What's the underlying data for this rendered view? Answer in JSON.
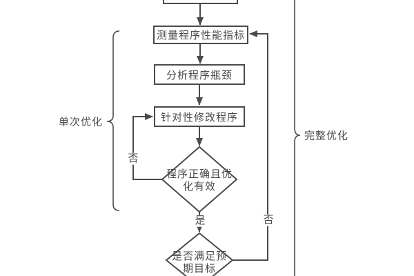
{
  "colors": {
    "line": "#4a4a4a",
    "text": "#4a4a4a",
    "background": "#ffffff"
  },
  "flowchart": {
    "boxes": {
      "measure": "测量程序性能指标",
      "analyze": "分析程序瓶颈",
      "modify": "针对性修改程序"
    },
    "decisions": {
      "check_effective": "程序正确且优\n化有效",
      "check_goal": "是否满足预\n期目标"
    },
    "edge_labels": {
      "yes": "是",
      "no_inner": "否",
      "no_outer": "否"
    },
    "braces": {
      "single_optimization": "单次优化",
      "full_optimization": "完整优化"
    }
  }
}
